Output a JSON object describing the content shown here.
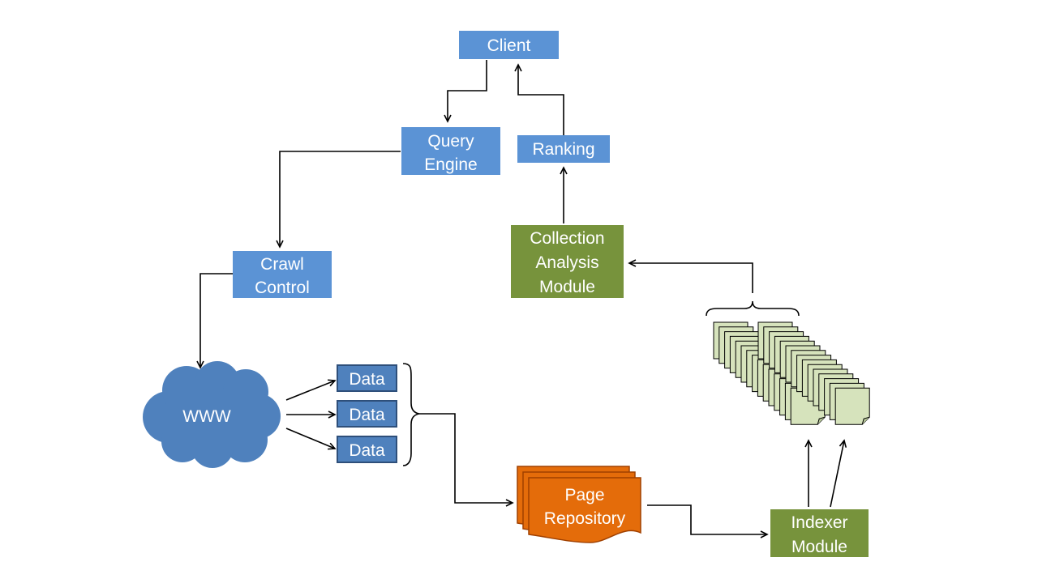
{
  "nodes": {
    "client": {
      "lines": [
        "Client"
      ]
    },
    "query_engine": {
      "lines": [
        "Query",
        "Engine"
      ]
    },
    "ranking": {
      "lines": [
        "Ranking"
      ]
    },
    "crawl_control": {
      "lines": [
        "Crawl",
        "Control"
      ]
    },
    "collection_analysis": {
      "lines": [
        "Collection",
        "Analysis",
        "Module"
      ]
    },
    "www": {
      "lines": [
        "WWW"
      ]
    },
    "data": [
      {
        "label": "Data"
      },
      {
        "label": "Data"
      },
      {
        "label": "Data"
      }
    ],
    "page_repository": {
      "lines": [
        "Page",
        "Repository"
      ]
    },
    "indexer": {
      "lines": [
        "Indexer",
        "Module"
      ]
    }
  },
  "colors": {
    "blue_box": "#5b93d5",
    "blue_dark": "#4f7fbd",
    "green_box": "#77933c",
    "orange_box": "#e46c0a",
    "doc_fill": "#d6e3bc",
    "arrow": "#000000"
  }
}
